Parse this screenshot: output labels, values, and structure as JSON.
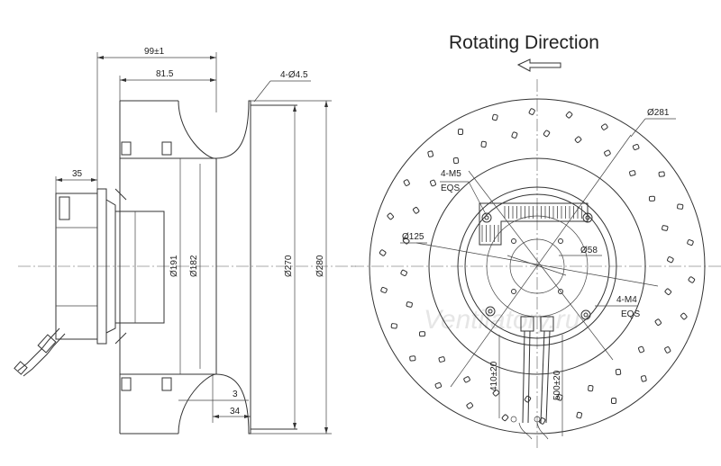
{
  "title": "Rotating Direction",
  "watermark": "Ventilatory.ru",
  "side_view": {
    "dim_overall": "99±1",
    "dim_body": "81.5",
    "dim_motor": "35",
    "dim_holes": "4-Ø4.5",
    "dim_d191": "Ø191",
    "dim_d182": "Ø182",
    "dim_d270": "Ø270",
    "dim_d280": "Ø280",
    "dim_gap": "3",
    "dim_flange": "34"
  },
  "front_view": {
    "dim_d281": "Ø281",
    "dim_m5": "4-M5",
    "dim_m5_eqs": "EQS",
    "dim_d125": "Ø125",
    "dim_d58": "Ø58",
    "dim_m4": "4-M4",
    "dim_m4_eqs": "EQS",
    "dim_cable1": "410±20",
    "dim_cable2": "500±20"
  }
}
